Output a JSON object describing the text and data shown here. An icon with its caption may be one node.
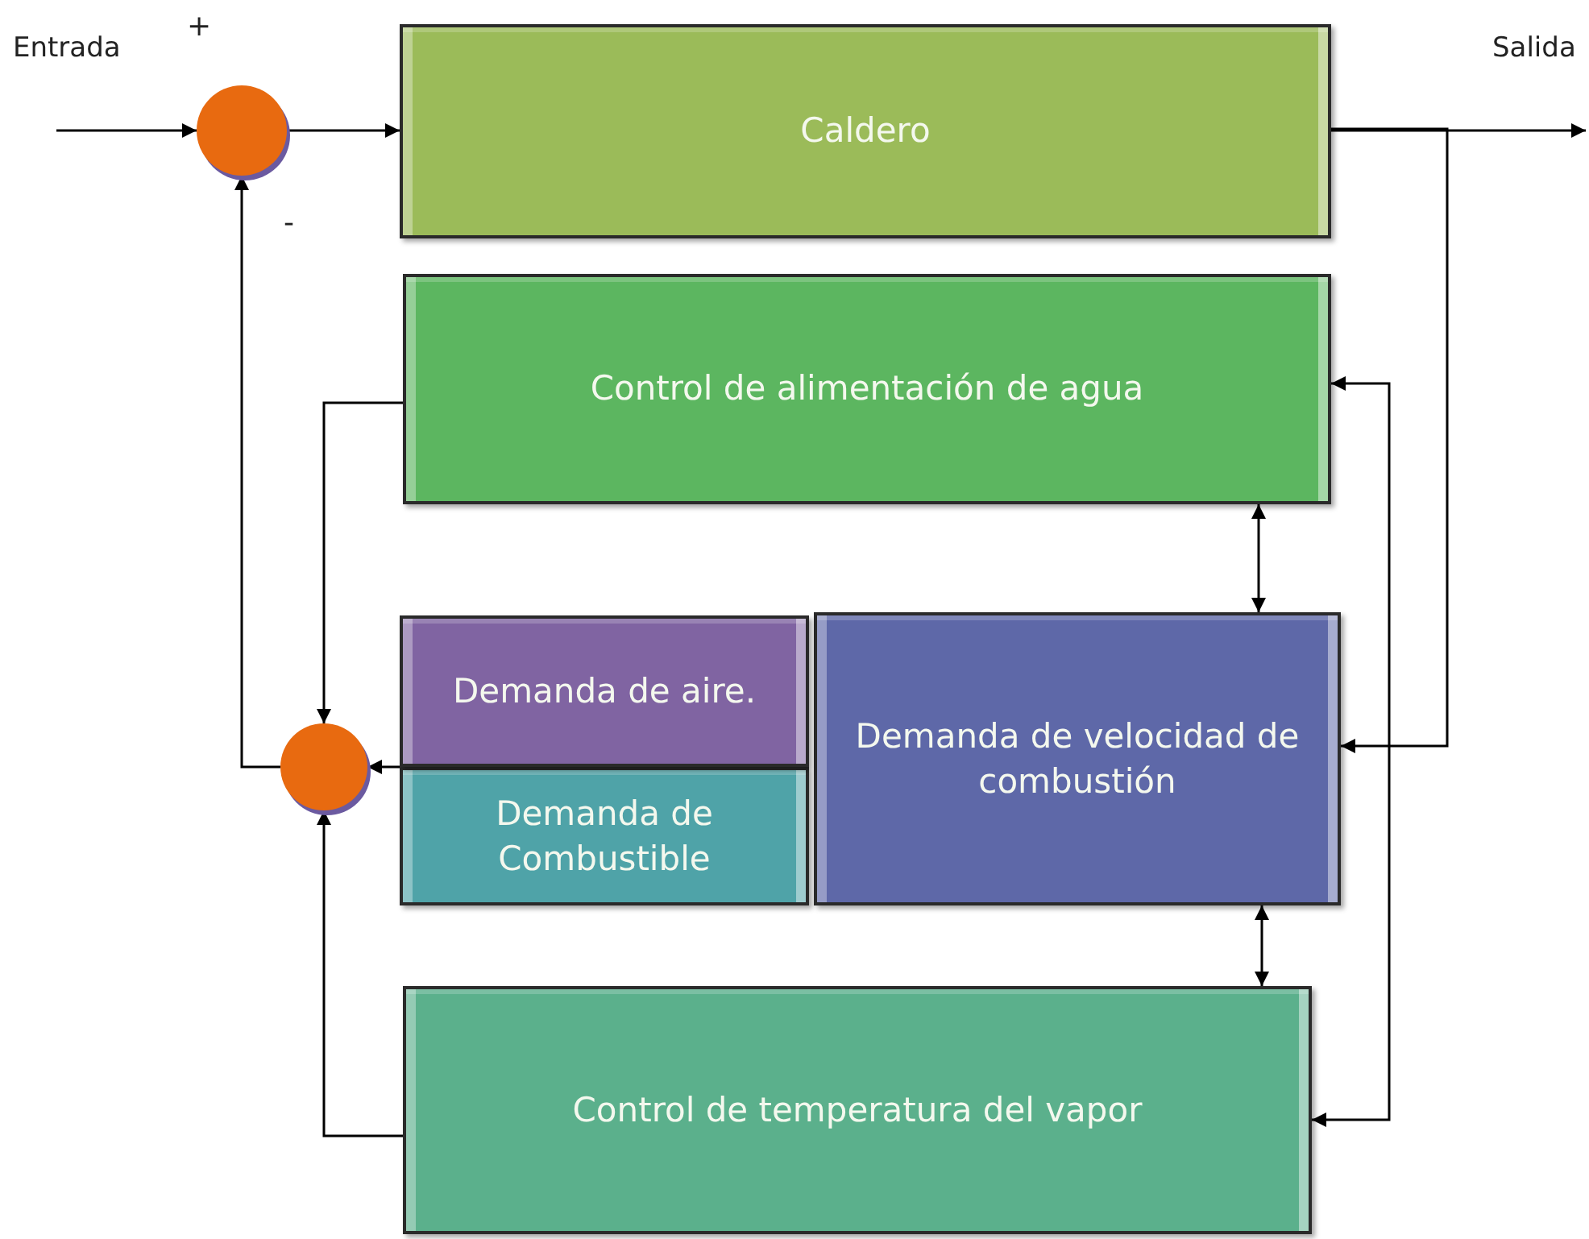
{
  "diagram": {
    "nodes": [
      {
        "text": [],
        "shape": "circle"
      },
      {
        "text": [
          "Caldero"
        ]
      },
      {
        "text": [
          "Control de alimentación de agua"
        ]
      },
      {
        "text": [
          "Demanda de aire."
        ]
      },
      {
        "text": [
          "Demanda de Combustible"
        ]
      },
      {
        "text": [
          "Demanda de velocidad de combustión"
        ]
      },
      {
        "text": [
          "Control de temperatura del vapor"
        ]
      },
      {
        "text": [],
        "shape": "circle"
      }
    ],
    "edges": [
      {
        "from": null,
        "to": 0,
        "arrow": "to"
      },
      {
        "from": 0,
        "to": 1,
        "arrow": "to"
      },
      {
        "from": 1,
        "to": null,
        "arrow": "to"
      },
      {
        "from": 1,
        "to": 5,
        "arrow": "to"
      },
      {
        "from": 2,
        "to": 6,
        "arrow": "both"
      },
      {
        "from": 2,
        "to": 5,
        "arrow": "both"
      },
      {
        "from": 5,
        "to": 6,
        "arrow": "both"
      },
      {
        "from": 2,
        "to": 7,
        "arrow": "to"
      },
      {
        "from": 3,
        "to": 7,
        "arrow": "to"
      },
      {
        "from": 6,
        "to": 7,
        "arrow": "to"
      },
      {
        "from": 7,
        "to": 0,
        "arrow": "to"
      }
    ],
    "labels": [
      "Entrada",
      "+",
      "-",
      "Salida"
    ]
  }
}
